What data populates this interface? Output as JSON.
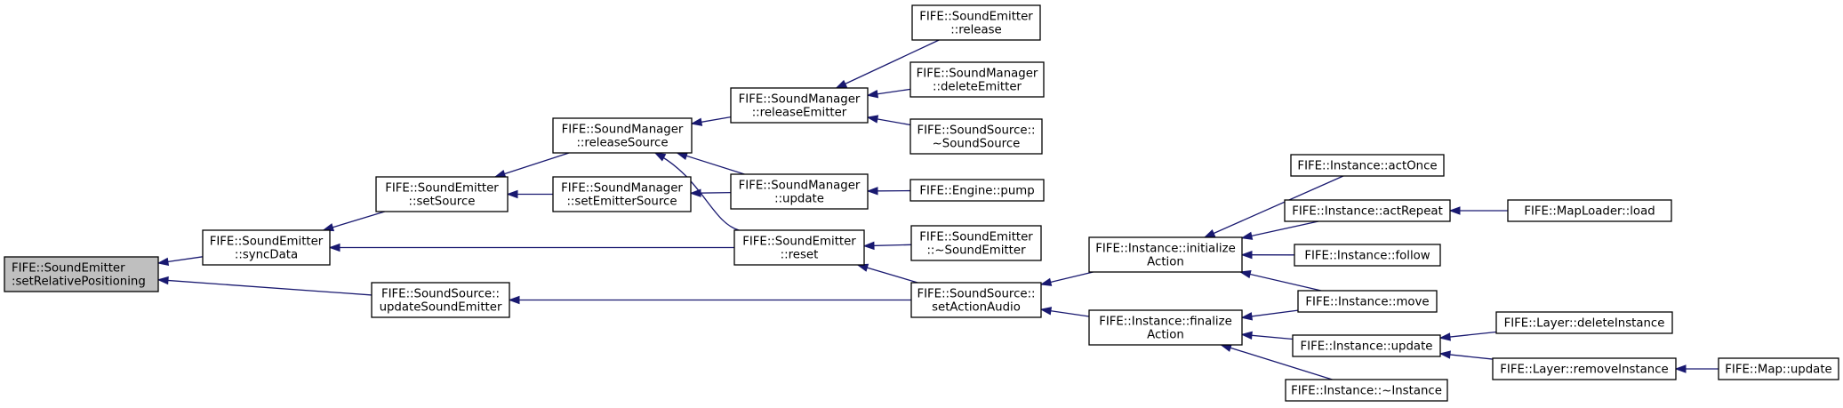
{
  "nodes": {
    "root": [
      "FIFE::SoundEmitter",
      ":setRelativePositioning"
    ],
    "syncData": [
      "FIFE::SoundEmitter",
      "::syncData"
    ],
    "updSE": [
      "FIFE::SoundSource::",
      "updateSoundEmitter"
    ],
    "setSource": [
      "FIFE::SoundEmitter",
      "::setSource"
    ],
    "releaseSource": [
      "FIFE::SoundManager",
      "::releaseSource"
    ],
    "setEmitterSource": [
      "FIFE::SoundManager",
      "::setEmitterSource"
    ],
    "releaseEmitter": [
      "FIFE::SoundManager",
      "::releaseEmitter"
    ],
    "smUpdate": [
      "FIFE::SoundManager",
      "::update"
    ],
    "seReset": [
      "FIFE::SoundEmitter",
      "::reset"
    ],
    "setActionAudio": [
      "FIFE::SoundSource::",
      "setActionAudio"
    ],
    "seRelease": [
      "FIFE::SoundEmitter",
      "::release"
    ],
    "deleteEmitter": [
      "FIFE::SoundManager",
      "::deleteEmitter"
    ],
    "ssDtor": [
      "FIFE::SoundSource::",
      "~SoundSource"
    ],
    "enginePump": [
      "FIFE::Engine::pump"
    ],
    "seDtor": [
      "FIFE::SoundEmitter",
      "::~SoundEmitter"
    ],
    "initAction": [
      "FIFE::Instance::initialize",
      "Action"
    ],
    "finalAction": [
      "FIFE::Instance::finalize",
      "Action"
    ],
    "actOnce": [
      "FIFE::Instance::actOnce"
    ],
    "actRepeat": [
      "FIFE::Instance::actRepeat"
    ],
    "follow": [
      "FIFE::Instance::follow"
    ],
    "move": [
      "FIFE::Instance::move"
    ],
    "instUpdate": [
      "FIFE::Instance::update"
    ],
    "instDtor": [
      "FIFE::Instance::~Instance"
    ],
    "mapLoader": [
      "FIFE::MapLoader::load"
    ],
    "deleteInstance": [
      "FIFE::Layer::deleteInstance"
    ],
    "removeInstance": [
      "FIFE::Layer::removeInstance"
    ],
    "mapUpdate": [
      "FIFE::Map::update"
    ]
  },
  "colors": {
    "edge": "#191970",
    "root_fill": "#bfbfbf",
    "node_fill": "#ffffff",
    "border": "#000000"
  }
}
